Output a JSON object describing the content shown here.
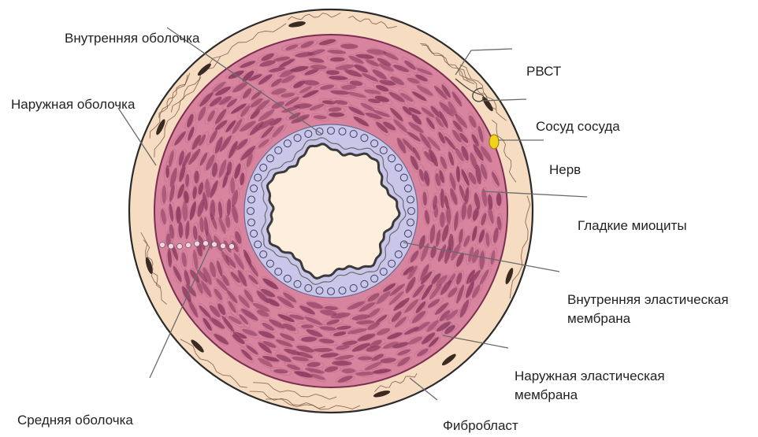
{
  "labels": {
    "inner_shell": "Внутренняя  оболочка",
    "outer_shell": "Наружная оболочка",
    "middle_shell": "Средняя оболочка",
    "rvst": "РВСТ",
    "vasa_vasorum": "Сосуд сосуда",
    "nerve": "Нерв",
    "smooth_myocytes": "Гладкие миоциты",
    "inner_elastic_membrane_l1": "Внутренняя эластическая",
    "inner_elastic_membrane_l2": "мембрана",
    "outer_elastic_membrane_l1": "Наружная эластическая",
    "outer_elastic_membrane_l2": "мембрана",
    "fibroblast": "Фибробласт"
  },
  "colors": {
    "adventitia": "#f6dcc1",
    "media": "#d9849f",
    "media_dark": "#7a2f52",
    "intima": "#c9c6ea",
    "lumen": "#fdeedd",
    "outline": "#2b2b2b",
    "vessel_yellow": "#f2d21a"
  }
}
